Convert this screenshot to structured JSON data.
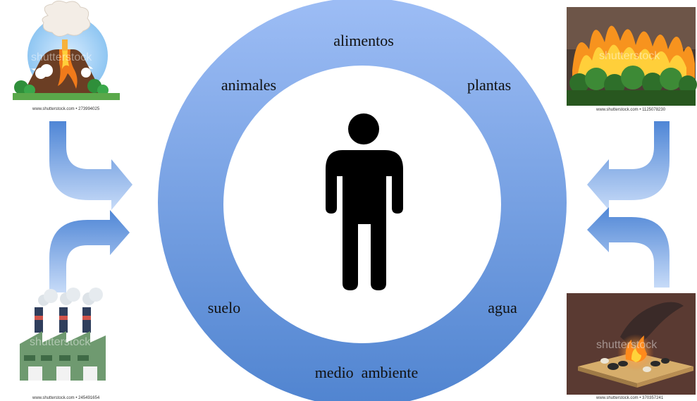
{
  "ring": {
    "top": "alimentos",
    "upper_left": "animales",
    "upper_right": "plantas",
    "lower_left": "suelo",
    "lower_right": "agua",
    "bottom": "medio  ambiente"
  },
  "images": {
    "volcano": {
      "watermark": "shutterstock",
      "caption": "www.shutterstock.com • 273994025",
      "icon": "volcano-icon"
    },
    "forest_fire": {
      "watermark": "shutterstock",
      "caption": "www.shutterstock.com • 1125078230",
      "icon": "forest-fire-icon"
    },
    "factory": {
      "watermark": "shutterstock",
      "caption": "www.shutterstock.com • 245491654",
      "icon": "factory-icon"
    },
    "burning_waste": {
      "watermark": "shutterstock",
      "caption": "www.shutterstock.com • 370357241",
      "icon": "burning-waste-icon"
    }
  },
  "center_icon": "person-icon",
  "colors": {
    "ring_top": "#9dbdf5",
    "ring_bottom": "#5084d0",
    "arrow_light": "#c7dbf8",
    "arrow_dark": "#4f86d6",
    "person": "#000000"
  }
}
